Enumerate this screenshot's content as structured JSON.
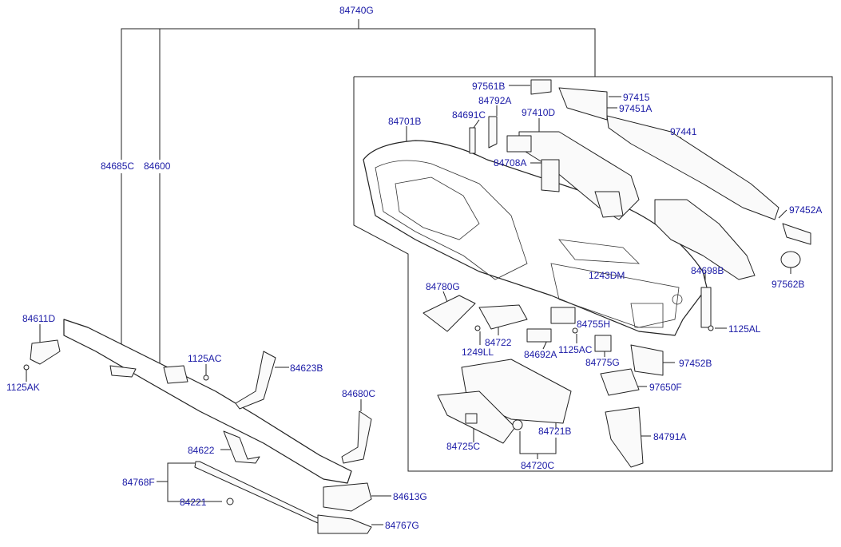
{
  "labels": {
    "assembly": "84740G",
    "p84685C": "84685C",
    "p84600": "84600",
    "p84611D": "84611D",
    "p1125AK": "1125AK",
    "p1125AC_left": "1125AC",
    "p84623B": "84623B",
    "p84680C": "84680C",
    "p84622": "84622",
    "p84768F": "84768F",
    "p84221": "84221",
    "p84613G": "84613G",
    "p84767G": "84767G",
    "p97561B": "97561B",
    "p97415": "97415",
    "p84792A": "84792A",
    "p97451A": "97451A",
    "p84691C": "84691C",
    "p97410D": "97410D",
    "p84701B": "84701B",
    "p97441": "97441",
    "p84708A": "84708A",
    "p97452A": "97452A",
    "p84698B": "84698B",
    "p1243DM": "1243DM",
    "p97562B": "97562B",
    "p84780G": "84780G",
    "p84755H": "84755H",
    "p1125AL": "1125AL",
    "p84722": "84722",
    "p1249LL": "1249LL",
    "p84692A": "84692A",
    "p1125AC_right": "1125AC",
    "p84775G": "84775G",
    "p97452B": "97452B",
    "p97650F": "97650F",
    "p84725C": "84725C",
    "p84721B": "84721B",
    "p84791A": "84791A",
    "p84720C": "84720C"
  }
}
